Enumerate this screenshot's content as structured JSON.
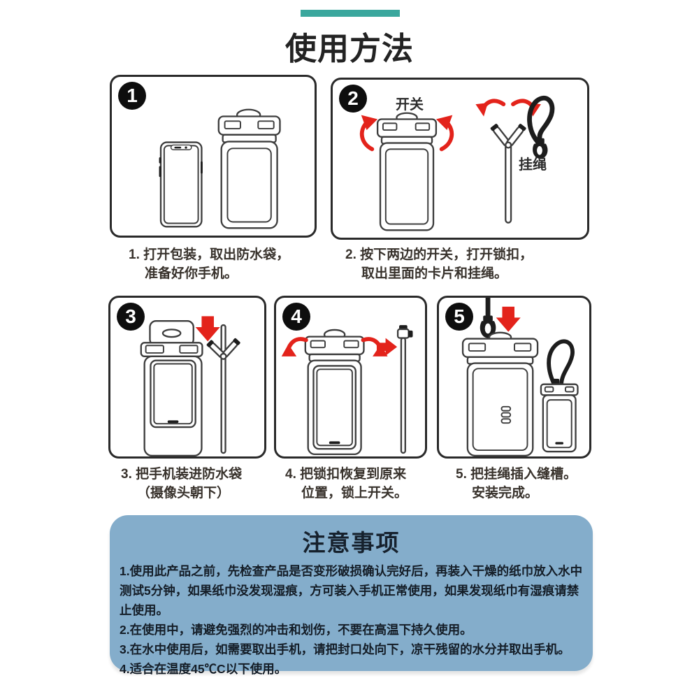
{
  "page": {
    "title": "使用方法"
  },
  "colors": {
    "accent_teal": "#3aa79d",
    "arrow_red": "#e3231b",
    "notice_bg": "#84adcb",
    "notice_text": "#16212d",
    "line_art": "#3d3d3d"
  },
  "steps": [
    {
      "num": "1",
      "caption_line1": "1. 打开包装，取出防水袋，",
      "caption_line2": "准备好你手机。"
    },
    {
      "num": "2",
      "caption_line1": "2. 按下两边的开关，打开锁扣，",
      "caption_line2": "取出里面的卡片和挂绳。",
      "switch_label": "开关",
      "lanyard_label": "挂绳"
    },
    {
      "num": "3",
      "caption_line1": "3. 把手机装进防水袋",
      "caption_line2": "（摄像头朝下）"
    },
    {
      "num": "4",
      "caption_line1": "4. 把锁扣恢复到原来",
      "caption_line2": "位置，锁上开关。"
    },
    {
      "num": "5",
      "caption_line1": "5. 把挂绳插入缝槽。",
      "caption_line2": "安装完成。"
    }
  ],
  "notice": {
    "title": "注意事项",
    "items": [
      "1.使用此产品之前，先检查产品是否变形破损确认完好后，再装入干燥的纸巾放入水中测试5分钟，如果纸巾没发现湿痕，方可装入手机正常使用，如果发现纸巾有湿痕请禁止使用。",
      "2.在使用中，请避免强烈的冲击和划伤，不要在高温下持久使用。",
      "3.在水中使用后，如需要取出手机，请把封口处向下，凉干残留的水分并取出手机。",
      "4.适合在温度45℃C以下使用。"
    ]
  }
}
